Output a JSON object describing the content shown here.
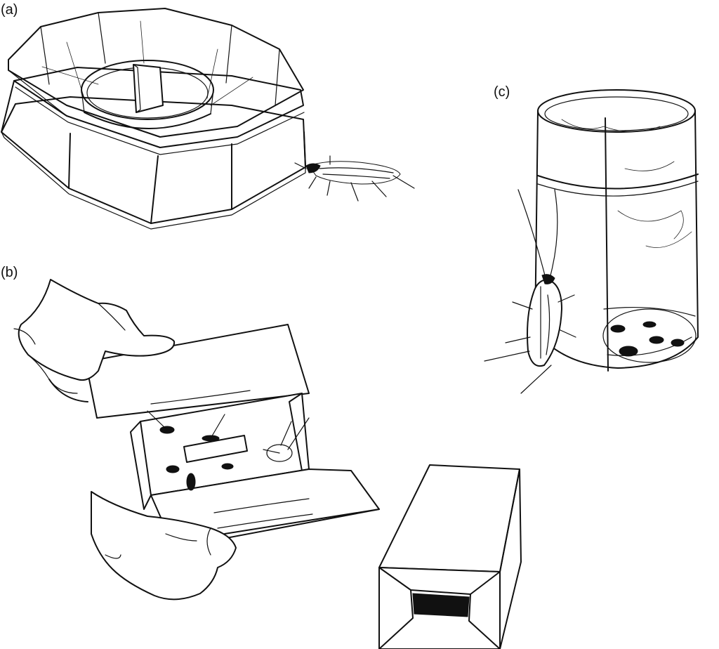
{
  "labels": {
    "a": "(a)",
    "b": "(b)",
    "c": "(c)"
  },
  "colors": {
    "ink": "#111111",
    "paper": "#ffffff"
  },
  "icons": {
    "a": "octagonal-bait-station-with-cockroach",
    "b": "folding-sticky-trap-held-by-hands",
    "c": "jar-trap-with-cockroaches"
  }
}
